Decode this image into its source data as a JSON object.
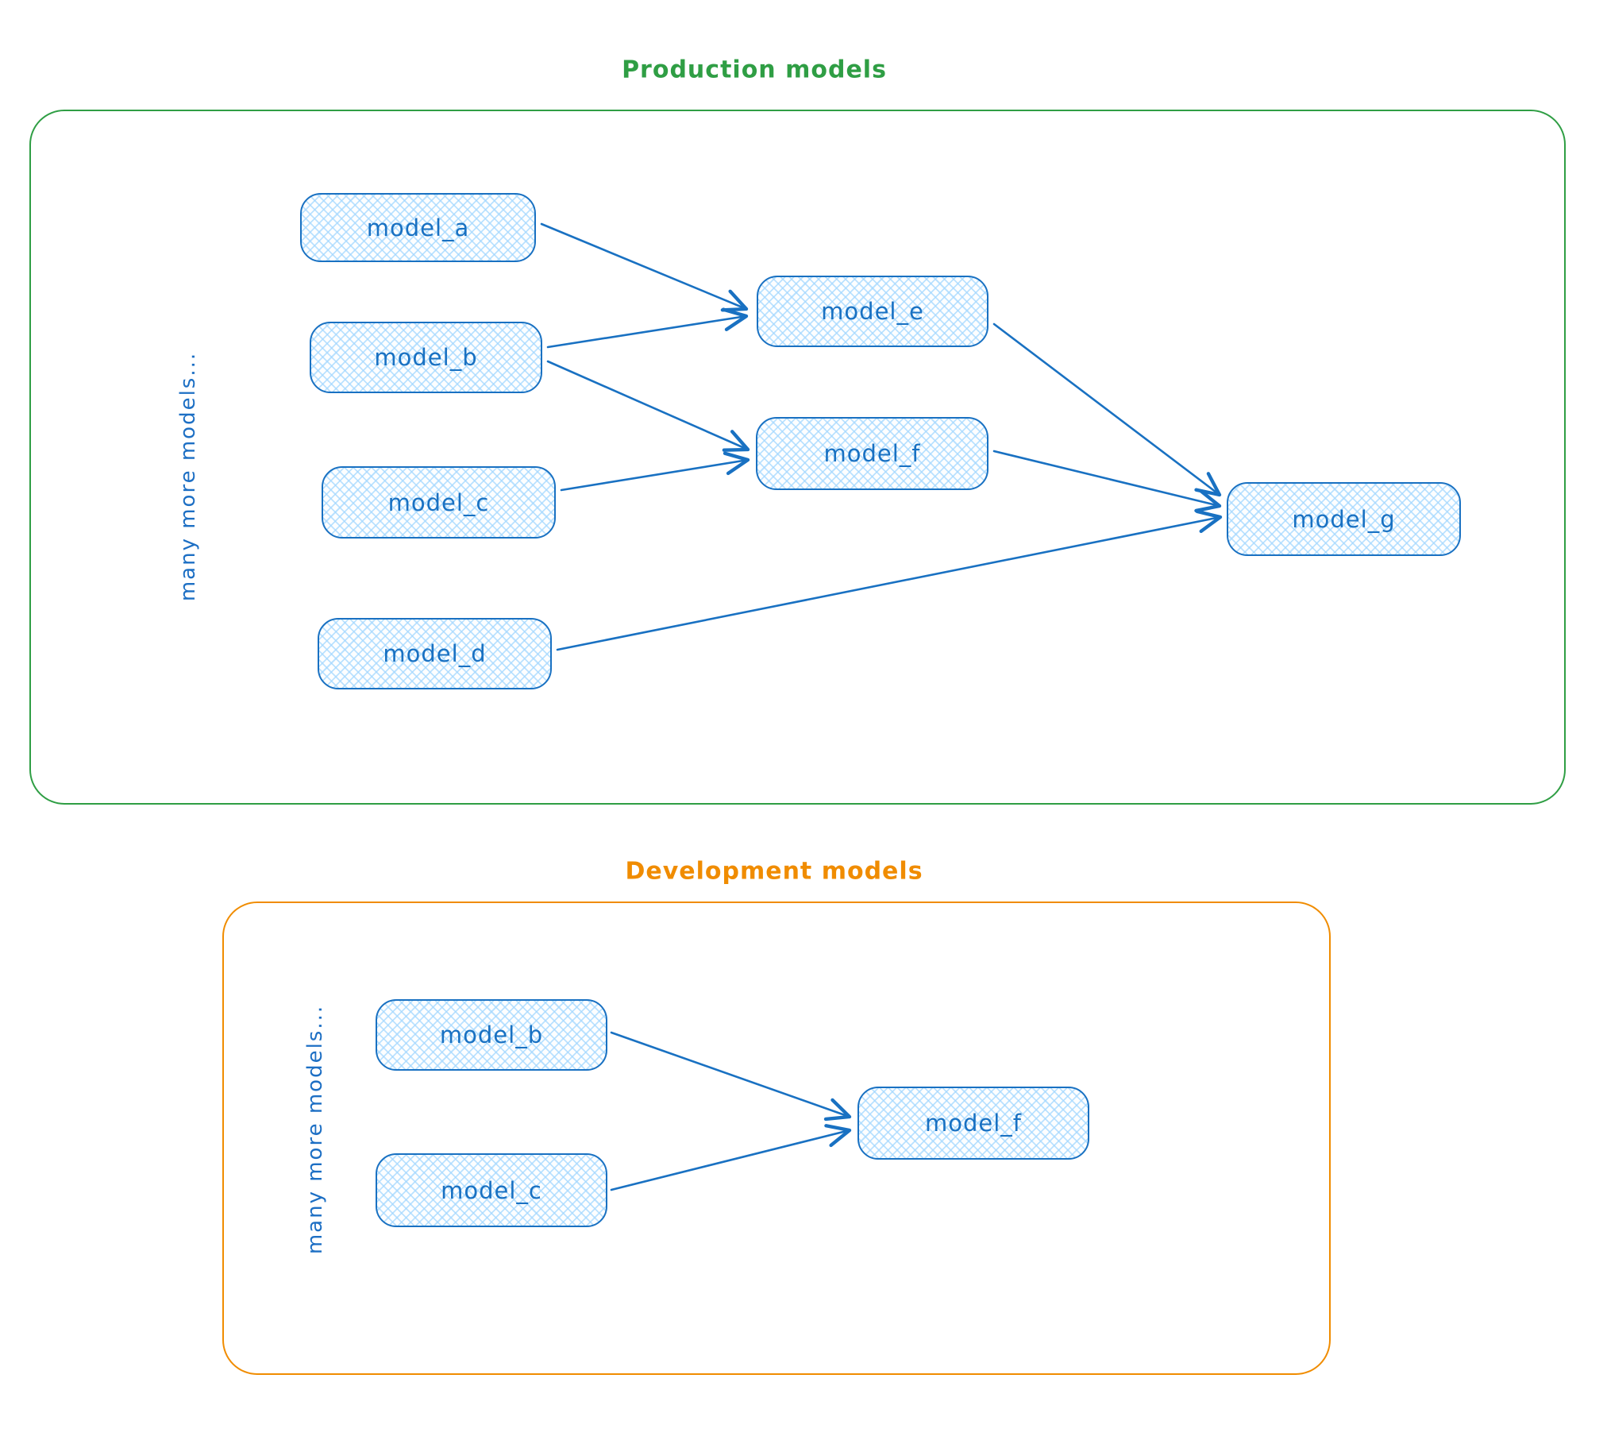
{
  "colors": {
    "node_stroke": "#1971c2",
    "node_fill": "#a5d8ff",
    "production_accent": "#2f9e44",
    "development_accent": "#f08c00"
  },
  "production": {
    "title": "Production models",
    "side_label": "many more models...",
    "nodes": {
      "a": {
        "label": "model_a"
      },
      "b": {
        "label": "model_b"
      },
      "c": {
        "label": "model_c"
      },
      "d": {
        "label": "model_d"
      },
      "e": {
        "label": "model_e"
      },
      "f": {
        "label": "model_f"
      },
      "g": {
        "label": "model_g"
      }
    },
    "edges": [
      {
        "from": "model_a",
        "to": "model_e"
      },
      {
        "from": "model_b",
        "to": "model_e"
      },
      {
        "from": "model_b",
        "to": "model_f"
      },
      {
        "from": "model_c",
        "to": "model_f"
      },
      {
        "from": "model_e",
        "to": "model_g"
      },
      {
        "from": "model_f",
        "to": "model_g"
      },
      {
        "from": "model_d",
        "to": "model_g"
      }
    ]
  },
  "development": {
    "title": "Development models",
    "side_label": "many more models...",
    "nodes": {
      "b": {
        "label": "model_b"
      },
      "c": {
        "label": "model_c"
      },
      "f": {
        "label": "model_f"
      }
    },
    "edges": [
      {
        "from": "model_b",
        "to": "model_f"
      },
      {
        "from": "model_c",
        "to": "model_f"
      }
    ]
  }
}
